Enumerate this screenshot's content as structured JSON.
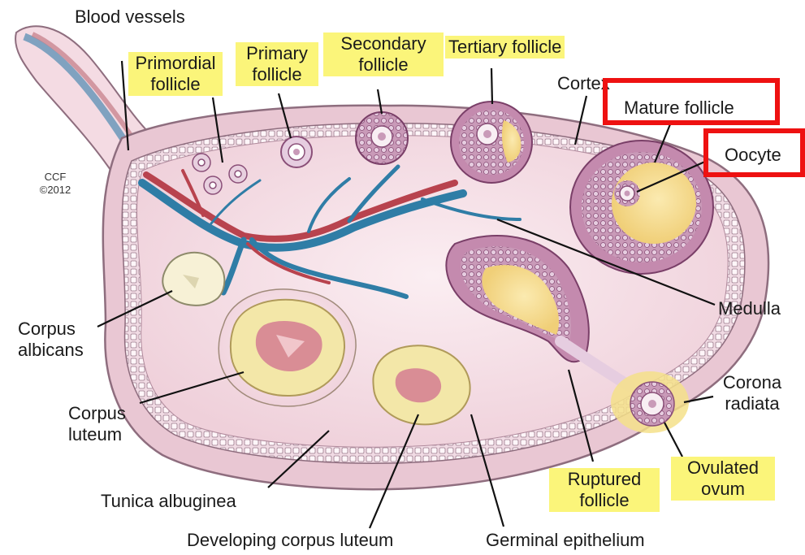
{
  "credit": {
    "line1": "CCF",
    "line2": "©2012"
  },
  "labels": {
    "blood_vessels": "Blood vessels",
    "primordial_follicle": [
      "Primordial",
      "follicle"
    ],
    "primary_follicle": [
      "Primary",
      "follicle"
    ],
    "secondary_follicle": [
      "Secondary",
      "follicle"
    ],
    "tertiary_follicle": "Tertiary follicle",
    "cortex": "Cortex",
    "mature_follicle": "Mature follicle",
    "oocyte": "Oocyte",
    "medulla": "Medulla",
    "corpus_albicans": [
      "Corpus",
      "albicans"
    ],
    "corpus_luteum": [
      "Corpus",
      "luteum"
    ],
    "tunica_albuginea": "Tunica albuginea",
    "developing_corpus_luteum": "Developing corpus luteum",
    "germinal_epithelium": "Germinal epithelium",
    "ruptured_follicle": [
      "Ruptured",
      "follicle"
    ],
    "ovulated_ovum": [
      "Ovulated",
      "ovum"
    ],
    "corona_radiata": [
      "Corona",
      "radiata"
    ]
  },
  "colors": {
    "highlight": "#fbf57a",
    "callout_box": "#ee1111",
    "ovary_tissue": "#f6dfe6",
    "ovary_outline": "#9b7a8a",
    "vein": "#2f7da6",
    "artery": "#b8434e",
    "corpus_luteum": "#f3e7a8",
    "follicle_fluid": "#f4dc8a",
    "follicle_cells": "#9a5f8a"
  }
}
